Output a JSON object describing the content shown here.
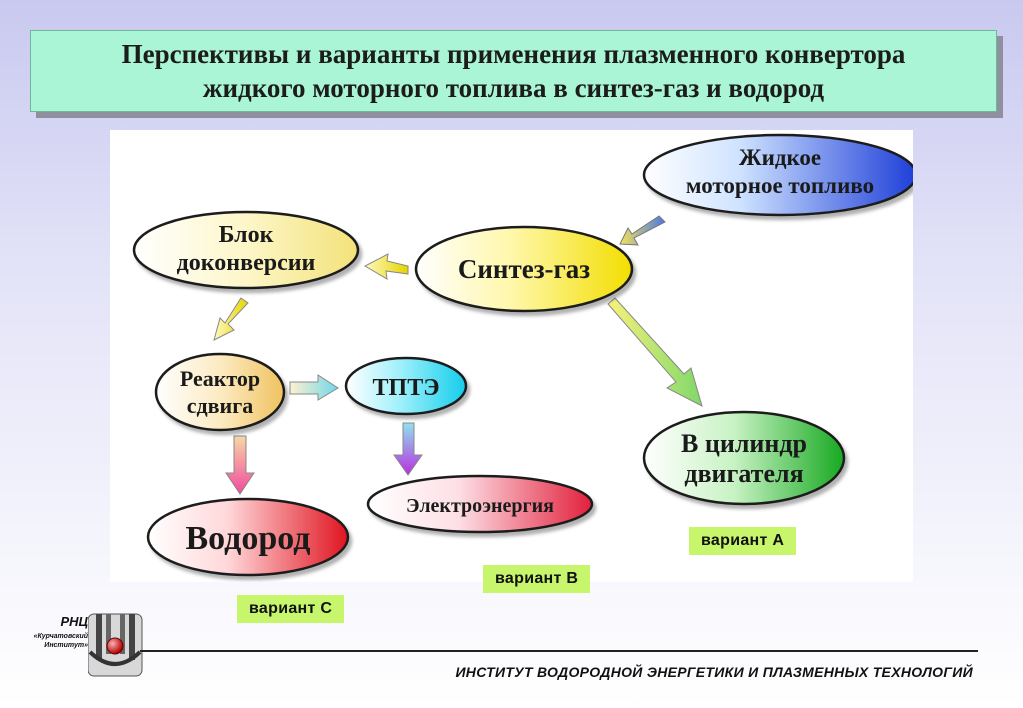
{
  "title": {
    "line1": "Перспективы и варианты применения плазменного конвертора",
    "line2": "жидкого моторного топлива в синтез-газ и водород"
  },
  "nodes": [
    {
      "id": "fuel",
      "lines": [
        "Жидкое",
        "моторное топливо"
      ],
      "color": "#2d5fe0",
      "icon": "blue-gradient-ellipse"
    },
    {
      "id": "syngas",
      "lines": [
        "Синтез-газ"
      ],
      "color": "#f5e400",
      "icon": "yellow-gradient-ellipse"
    },
    {
      "id": "block",
      "lines": [
        "Блок",
        "доконверсии"
      ],
      "color": "#f6e98a",
      "icon": "pale-yellow-ellipse"
    },
    {
      "id": "shift",
      "lines": [
        "Реактор",
        "сдвига"
      ],
      "color": "#f3d07a",
      "icon": "peach-ellipse"
    },
    {
      "id": "tpte",
      "lines": [
        "ТПТЭ"
      ],
      "color": "#2ad6f0",
      "icon": "cyan-ellipse"
    },
    {
      "id": "electric",
      "lines": [
        "Электроэнергия"
      ],
      "color": "#e8284a",
      "icon": "red-gradient-ellipse"
    },
    {
      "id": "hydrogen",
      "lines": [
        "Водород"
      ],
      "color": "#e81e2c",
      "icon": "red-gradient-ellipse"
    },
    {
      "id": "cylinder",
      "lines": [
        "В цилиндр",
        "двигателя"
      ],
      "color": "#1fb52a",
      "icon": "green-gradient-ellipse"
    }
  ],
  "variants": {
    "a": "вариант А",
    "b": "вариант В",
    "c": "вариант С"
  },
  "footer": {
    "institute": "ИНСТИТУТ ВОДОРОДНОЙ ЭНЕРГЕТИКИ И ПЛАЗМЕННЫХ ТЕХНОЛОГИЙ",
    "logo_abbr": "РНЦ",
    "logo_sub_1": "«Курчатовский",
    "logo_sub_2": "Институт»"
  }
}
